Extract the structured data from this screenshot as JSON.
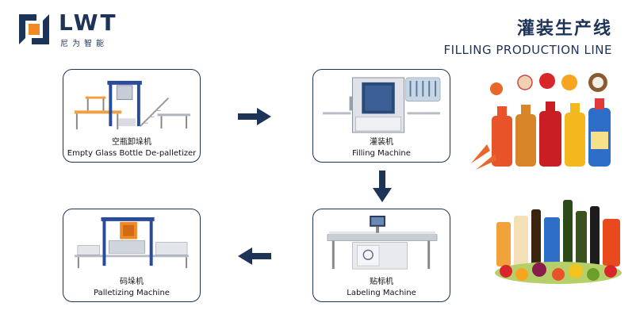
{
  "logo": {
    "text": "LWT",
    "sub": "尼为智能"
  },
  "title": {
    "cn": "灌装生产线",
    "en": "FILLING PRODUCTION LINE"
  },
  "steps": [
    {
      "cn": "空瓶卸垛机",
      "en": "Empty Glass Bottle De-palletizer"
    },
    {
      "cn": "灌装机",
      "en": "Filling Machine"
    },
    {
      "cn": "码垛机",
      "en": "Palletizing Machine"
    },
    {
      "cn": "贴标机",
      "en": "Labeling Machine"
    }
  ],
  "colors": {
    "brand": "#1d3458",
    "accent": "#2a4a7a",
    "orange": "#f08a24"
  }
}
